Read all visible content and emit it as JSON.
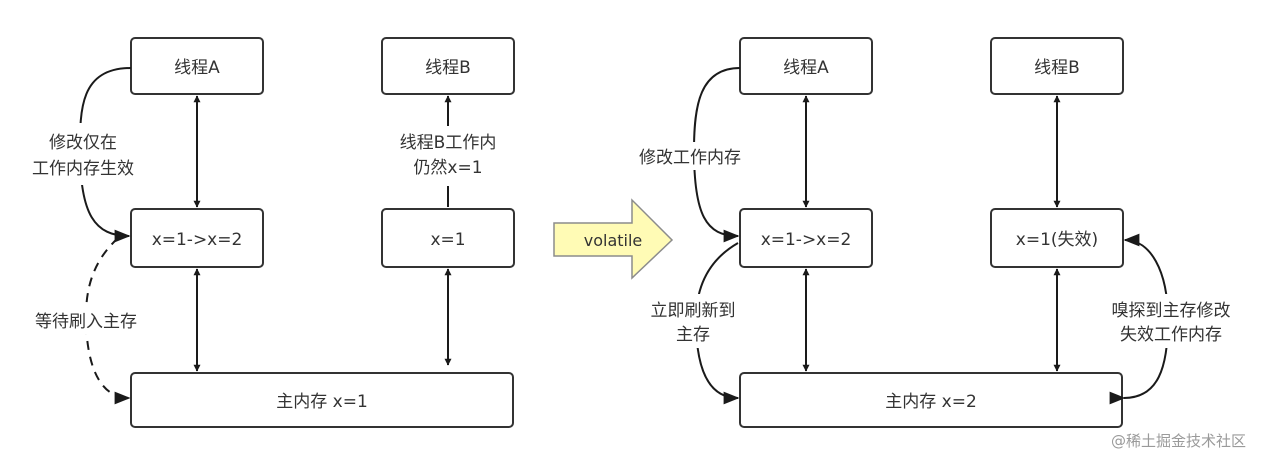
{
  "left": {
    "thread_a": "线程A",
    "thread_b": "线程B",
    "work_a": "x=1->x=2",
    "work_b": "x=1",
    "main_memory": "主内存 x=1",
    "label_modify": [
      "修改仅在",
      "工作内存生效"
    ],
    "label_wait": "等待刷入主存",
    "label_b": [
      "线程B工作内",
      "仍然x=1"
    ]
  },
  "transition_label": "volatile",
  "right": {
    "thread_a": "线程A",
    "thread_b": "线程B",
    "work_a": "x=1->x=2",
    "work_b": "x=1(失效)",
    "main_memory": "主内存 x=2",
    "label_modify": "修改工作内存",
    "label_flush": [
      "立即刷新到",
      "主存"
    ],
    "label_sniff": [
      "嗅探到主存修改",
      "失效工作内存"
    ]
  },
  "colors": {
    "arrow_fill": "#fffbb5",
    "arrow_stroke": "#8c8c8c",
    "box_stroke": "#333333"
  },
  "watermark": "@稀土掘金技术社区"
}
